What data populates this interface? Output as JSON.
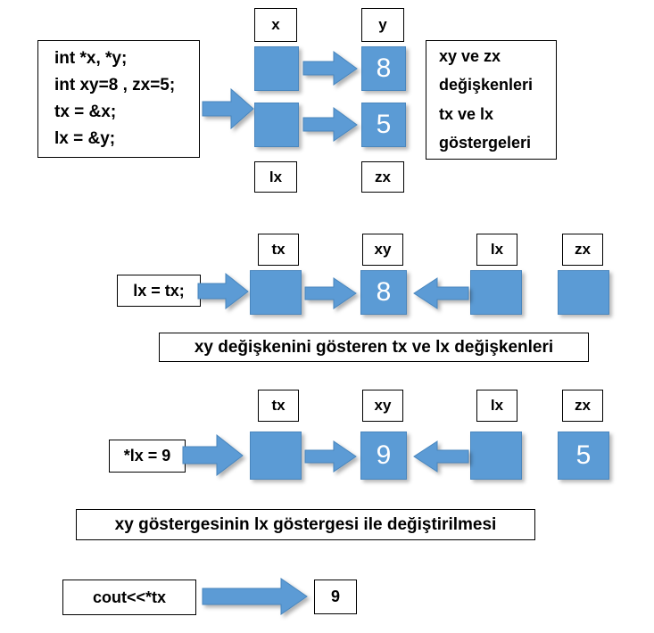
{
  "diagram": {
    "title": "C++ pointer assignment diagram",
    "accent_blue": "#5B9BD5",
    "accent_blue_border": "#4A86BD",
    "outline": "#000000",
    "background": "#FFFFFF"
  },
  "row1": {
    "code": {
      "lines": [
        "int *x, *y;",
        "int xy=8 , zx=5;",
        "tx = &x;",
        "lx = &y;"
      ]
    },
    "arrow_from_code": "arrow-right-icon",
    "labels": {
      "top_left": "x",
      "top_right": "y",
      "bottom_left": "lx",
      "bottom_right": "zx"
    },
    "boxes": {
      "pointer_top_value": "",
      "pointer_bottom_value": "",
      "var_top_value": "8",
      "var_bottom_value": "5"
    },
    "arrows": {
      "top": "arrow-right-icon",
      "bottom": "arrow-right-icon"
    },
    "info": {
      "lines": [
        "xy ve zx",
        "değişkenleri",
        "tx ve lx",
        "göstergeleri"
      ]
    }
  },
  "row2": {
    "statement": "lx = tx;",
    "arrow_from_statement": "arrow-right-icon",
    "labels": {
      "tx": "tx",
      "xy": "xy",
      "lx": "lx",
      "zx": "zx"
    },
    "boxes": {
      "tx_value": "",
      "xy_value": "8",
      "lx_value": "",
      "zx_value": ""
    },
    "arrows": {
      "tx_to_xy": "arrow-right-icon",
      "lx_to_xy": "arrow-left-icon"
    },
    "caption": "xy değişkenini gösteren tx ve lx değişkenleri"
  },
  "row3": {
    "statement": "*lx = 9",
    "arrow_from_statement": "arrow-right-icon",
    "labels": {
      "tx": "tx",
      "xy": "xy",
      "lx": "lx",
      "zx": "zx"
    },
    "boxes": {
      "tx_value": "",
      "xy_value": "9",
      "lx_value": "",
      "zx_value": "5"
    },
    "arrows": {
      "tx_to_xy": "arrow-right-icon",
      "lx_to_xy": "arrow-left-icon"
    },
    "caption": "xy göstergesinin lx göstergesi ile değiştirilmesi"
  },
  "row4": {
    "statement": "cout<<*tx",
    "arrow": "arrow-right-icon",
    "output": "9"
  }
}
